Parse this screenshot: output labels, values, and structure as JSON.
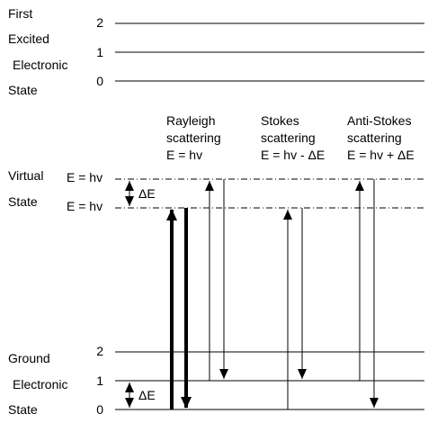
{
  "excited_state": {
    "label_lines": [
      "First",
      "Excited",
      "Electronic",
      "State"
    ],
    "levels": [
      "2",
      "1",
      "0"
    ]
  },
  "virtual_state": {
    "label_lines": [
      "Virtual",
      "State"
    ],
    "energy_upper": "E = hv",
    "energy_lower": "E = hv",
    "gap_label": "ΔE"
  },
  "ground_state": {
    "label_lines": [
      "Ground",
      "Electronic",
      "State"
    ],
    "levels": [
      "2",
      "1",
      "0"
    ],
    "gap_label": "ΔE"
  },
  "processes": {
    "rayleigh": {
      "line1": "Rayleigh",
      "line2": "scattering",
      "line3": "E = hv"
    },
    "stokes": {
      "line1": "Stokes",
      "line2": "scattering",
      "line3": "E = hv - ΔE"
    },
    "antistokes": {
      "line1": "Anti-Stokes",
      "line2": "scattering",
      "line3": "E = hv + ΔE"
    }
  },
  "colors": {
    "ink": "#000000",
    "background": "#ffffff"
  }
}
